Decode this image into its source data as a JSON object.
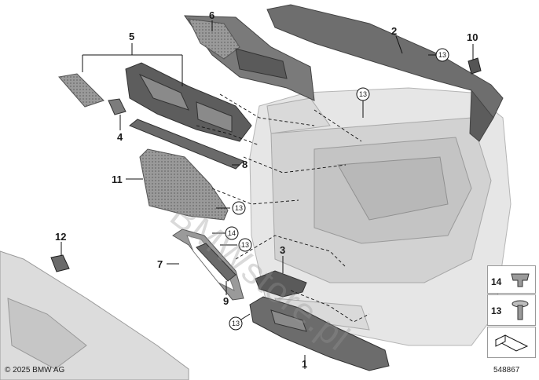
{
  "callouts": {
    "c1": "1",
    "c2": "2",
    "c3": "3",
    "c4": "4",
    "c5": "5",
    "c6": "6",
    "c7": "7",
    "c8": "8",
    "c9": "9",
    "c10": "10",
    "c11": "11",
    "c12": "12"
  },
  "circled_refs": {
    "r13": "13",
    "r14": "14"
  },
  "legend": [
    {
      "number": "14",
      "icon": "clip-nut-icon"
    },
    {
      "number": "13",
      "icon": "screw-icon"
    },
    {
      "number": "",
      "icon": "direction-arrow-icon"
    }
  ],
  "copyright": "© 2025 BMW AG",
  "diagram_id": "548867",
  "watermark": "BMWstore.pl",
  "colors": {
    "part_dark": "#6e6e6e",
    "part_mid": "#8c8c8c",
    "part_light": "#c8c8c8",
    "panel_light": "#e4e4e4",
    "line": "#111111"
  }
}
